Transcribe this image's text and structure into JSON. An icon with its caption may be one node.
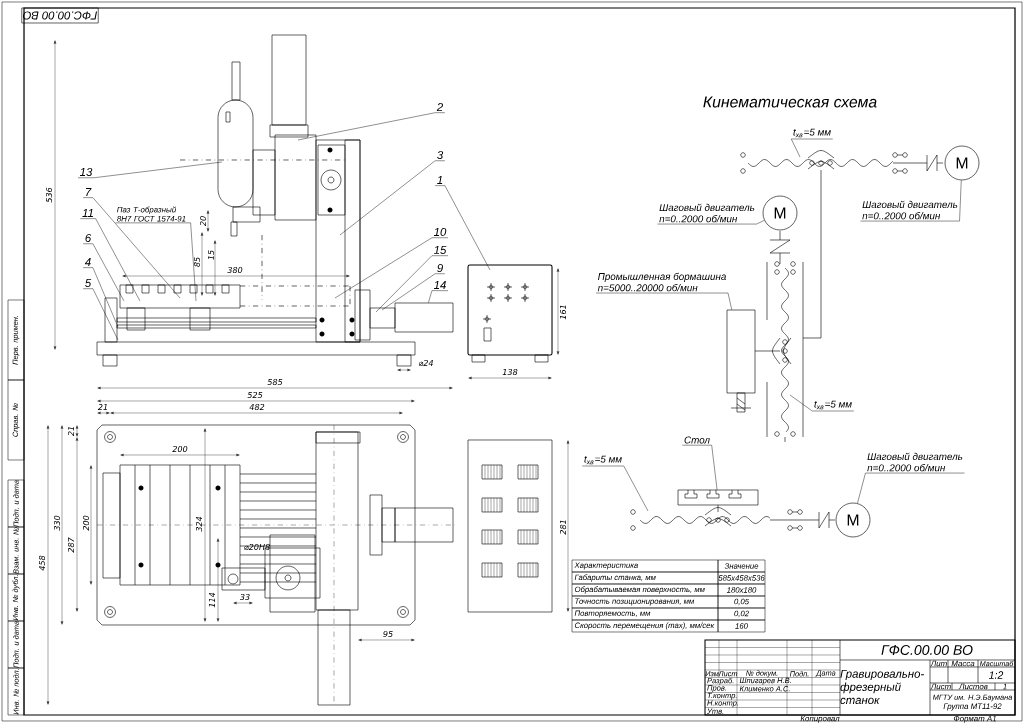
{
  "diagram": {
    "title": "Кинематическая схема",
    "nodes": [
      {
        "text": [
          "13"
        ]
      },
      {
        "text": [
          "7"
        ]
      },
      {
        "text": [
          "11"
        ]
      },
      {
        "text": [
          "6"
        ]
      },
      {
        "text": [
          "4"
        ]
      },
      {
        "text": [
          "5"
        ]
      },
      {
        "text": [
          "Паз Т-образный 8Н7 ГОСТ 1574-91"
        ]
      },
      {
        "text": [
          "2"
        ]
      },
      {
        "text": [
          "3"
        ]
      },
      {
        "text": [
          "1"
        ]
      },
      {
        "text": [
          "10"
        ]
      },
      {
        "text": [
          "15"
        ]
      },
      {
        "text": [
          "9"
        ]
      },
      {
        "text": [
          "14"
        ]
      },
      {
        "text": [
          "M"
        ]
      },
      {
        "text": [
          "M"
        ]
      },
      {
        "text": [
          "M"
        ]
      },
      {
        "text": [
          "Шаговый двигатель",
          "n=0..2000 об/мин"
        ]
      },
      {
        "text": [
          "Шаговый двигатель",
          "n=0..2000 об/мин"
        ]
      },
      {
        "text": [
          "Шаговый двигатель",
          "n=0..2000 об/мин"
        ]
      },
      {
        "text": [
          "Промышленная бормашина",
          "n=5000..20000 об/мин"
        ]
      },
      {
        "text": [],
        "shape": "box"
      },
      {
        "text": [
          "Стол"
        ]
      },
      {
        "text": [],
        "shape": "box"
      },
      {
        "text": [
          "t$_{хв}$=5 мм"
        ]
      },
      {
        "text": [
          "t$_{хв}$=5 мм"
        ]
      },
      {
        "text": [
          "t$_{хв}$=5 мм"
        ]
      },
      {
        "text": [
          "ГФС.00.00 ВО"
        ]
      },
      {
        "text": [],
        "shape": "box"
      }
    ],
    "edges": [
      {
        "from": 0,
        "to": null,
        "arrow": "none"
      },
      {
        "from": 1,
        "to": null,
        "arrow": "none"
      },
      {
        "from": 2,
        "to": null,
        "arrow": "none"
      },
      {
        "from": 3,
        "to": null,
        "arrow": "none"
      },
      {
        "from": 4,
        "to": null,
        "arrow": "none"
      },
      {
        "from": 5,
        "to": null,
        "arrow": "none"
      },
      {
        "from": 6,
        "to": null,
        "arrow": "none"
      },
      {
        "from": 7,
        "to": null,
        "arrow": "none"
      },
      {
        "from": 8,
        "to": null,
        "arrow": "none"
      },
      {
        "from": 9,
        "to": null,
        "arrow": "none"
      },
      {
        "from": 10,
        "to": null,
        "arrow": "none"
      },
      {
        "from": 11,
        "to": null,
        "arrow": "none"
      },
      {
        "from": 12,
        "to": null,
        "arrow": "none"
      },
      {
        "from": 13,
        "to": 28,
        "arrow": "none"
      },
      {
        "from": 17,
        "to": 15,
        "arrow": "none"
      },
      {
        "from": 18,
        "to": 14,
        "arrow": "none"
      },
      {
        "from": 19,
        "to": 16,
        "arrow": "none"
      },
      {
        "from": 20,
        "to": 21,
        "arrow": "none"
      },
      {
        "from": 22,
        "to": 23,
        "arrow": "none"
      },
      {
        "from": 24,
        "to": null,
        "arrow": "none"
      },
      {
        "from": 25,
        "to": null,
        "arrow": "none"
      },
      {
        "from": 26,
        "to": null,
        "arrow": "none"
      }
    ],
    "labels": [
      "536",
      "20",
      "85",
      "15",
      "380",
      "⌀24",
      "161",
      "138",
      "585",
      "525",
      "21",
      "482",
      "200",
      "21",
      "458",
      "330",
      "287",
      "200",
      "324",
      "⌀20H8",
      "114",
      "33",
      "95",
      "281",
      "Характеристика",
      "Значение",
      "Габариты станка, мм",
      "585x458x536",
      "Обрабатываемая поверхность, мм",
      "180x180",
      "Точность позиционирования, мм",
      "0,05",
      "Повторяемость, мм",
      "0,02",
      "Скорость перемещения (max), мм/сек",
      "160",
      "ГФС.00.00 ВО",
      "Гравировально-фрезерный станок",
      "Лит",
      "Масса",
      "Масштаб",
      "1:2",
      "Лист",
      "Листов",
      "1",
      "Изм",
      "Лист",
      "№ докум.",
      "Подп.",
      "Дата",
      "Разраб.",
      "Шпигарев Н.В.",
      "Пров.",
      "Клименко А.С.",
      "Т.контр.",
      "Н.контр.",
      "Утв.",
      "МГТУ им. Н.Э.Баумана",
      "Группа МТ11-92",
      "Копировал",
      "Формат А1",
      "Перв. примен.",
      "Справ. №",
      "Подп. и дата",
      "Взам. инв. №",
      "Инв. № дубл.",
      "Подп. и дата",
      "Инв. № подл."
    ]
  }
}
